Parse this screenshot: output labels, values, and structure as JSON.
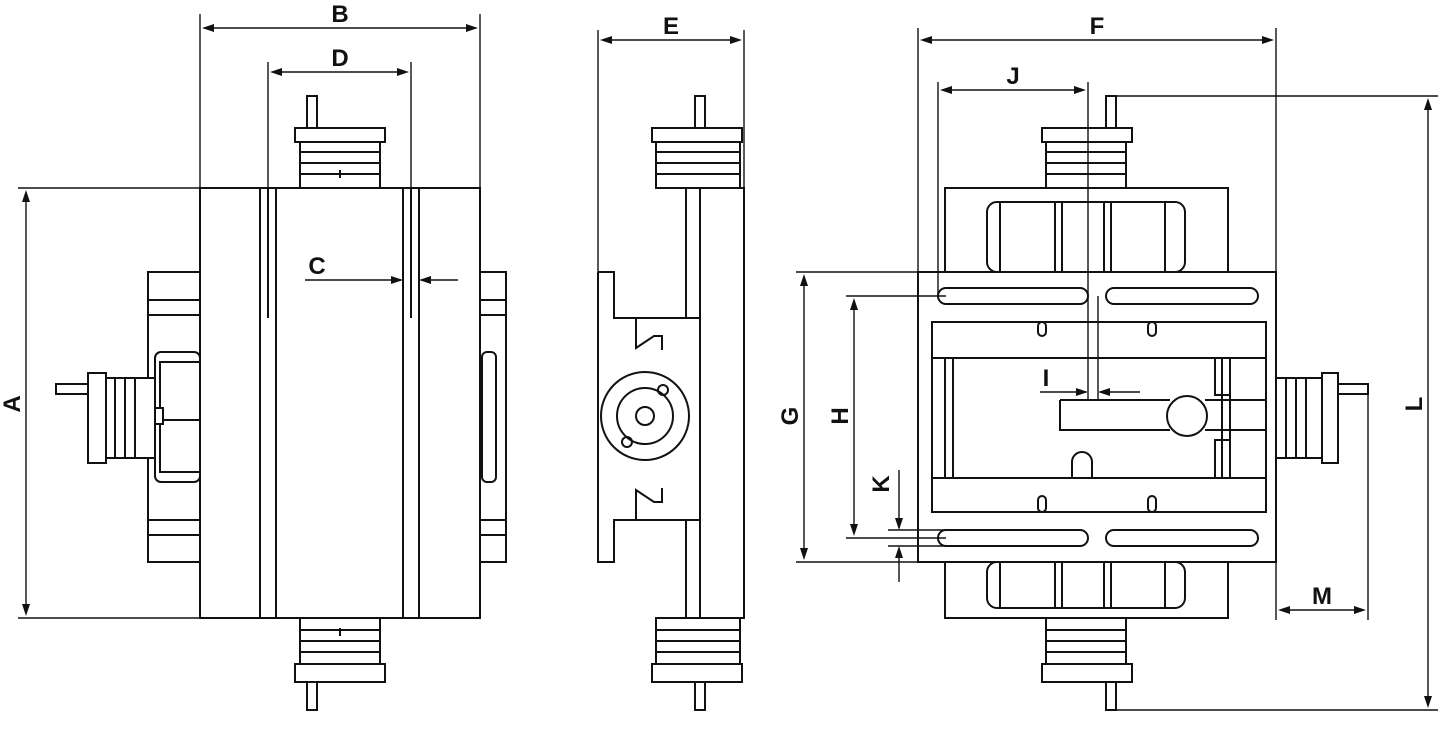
{
  "diagram": {
    "type": "technical-drawing",
    "views": [
      "left view",
      "side view",
      "right view"
    ],
    "dimension_labels": {
      "A": "A",
      "B": "B",
      "C": "C",
      "D": "D",
      "E": "E",
      "F": "F",
      "G": "G",
      "H": "H",
      "I": "I",
      "J": "J",
      "K": "K",
      "L": "L",
      "M": "M"
    },
    "line_color": "#111111",
    "background": "#ffffff"
  }
}
